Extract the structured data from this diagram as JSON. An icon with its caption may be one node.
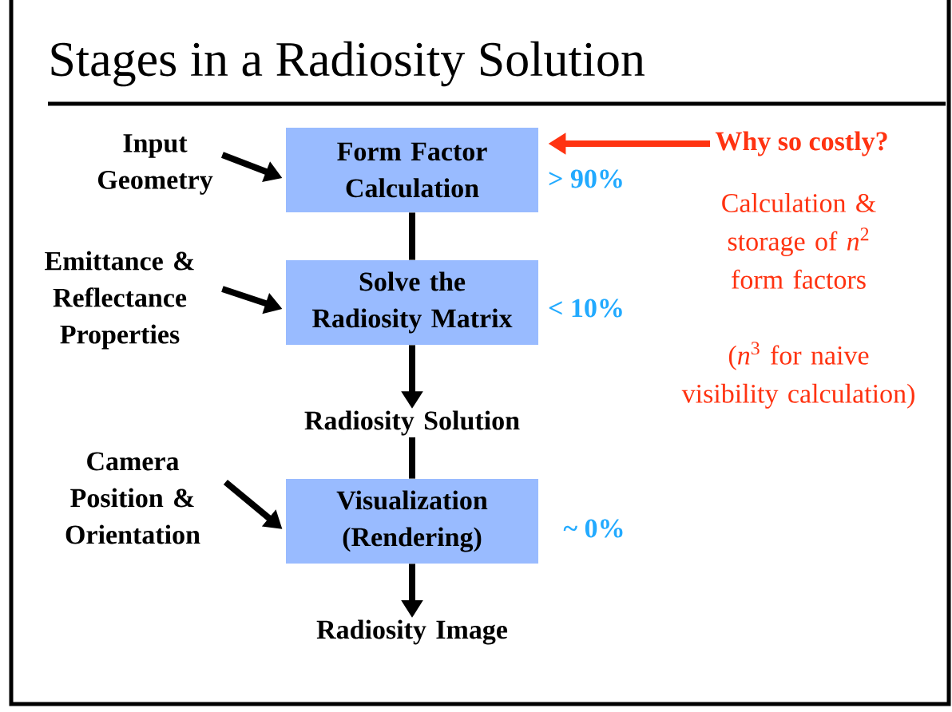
{
  "diagram": {
    "title": "Stages in a Radiosity Solution",
    "nodes": [
      {
        "text": [
          "Input Geometry"
        ]
      },
      {
        "text": [
          "Form Factor Calculation"
        ],
        "beside": [
          "> 90%"
        ]
      },
      {
        "text": [
          "Emittance & Reflectance Properties"
        ]
      },
      {
        "text": [
          "Solve the Radiosity Matrix"
        ],
        "beside": [
          "< 10%"
        ]
      },
      {
        "text": [
          "Radiosity Solution"
        ]
      },
      {
        "text": [
          "Camera Position & Orientation"
        ]
      },
      {
        "text": [
          "Visualization (Rendering)"
        ],
        "beside": [
          "~ 0%"
        ]
      },
      {
        "text": [
          "Radiosity Image"
        ]
      },
      {
        "text": [
          "Why so costly?"
        ]
      }
    ],
    "edges": [
      {
        "from": 0,
        "to": 1,
        "arrow": "to"
      },
      {
        "from": 1,
        "to": 3,
        "arrow": "none"
      },
      {
        "from": 2,
        "to": 3,
        "arrow": "to"
      },
      {
        "from": 3,
        "to": 4,
        "arrow": "to"
      },
      {
        "from": 4,
        "to": 6,
        "arrow": "none"
      },
      {
        "from": 5,
        "to": 6,
        "arrow": "to"
      },
      {
        "from": 6,
        "to": 7,
        "arrow": "to"
      },
      {
        "from": 8,
        "to": 1,
        "arrow": "to",
        "color": "#ff3311"
      }
    ],
    "labels": [
      "Calculation & storage of *n*$^{2}$ form factors",
      "(*n*$^{3}$ for naive visibility calculation)"
    ]
  }
}
